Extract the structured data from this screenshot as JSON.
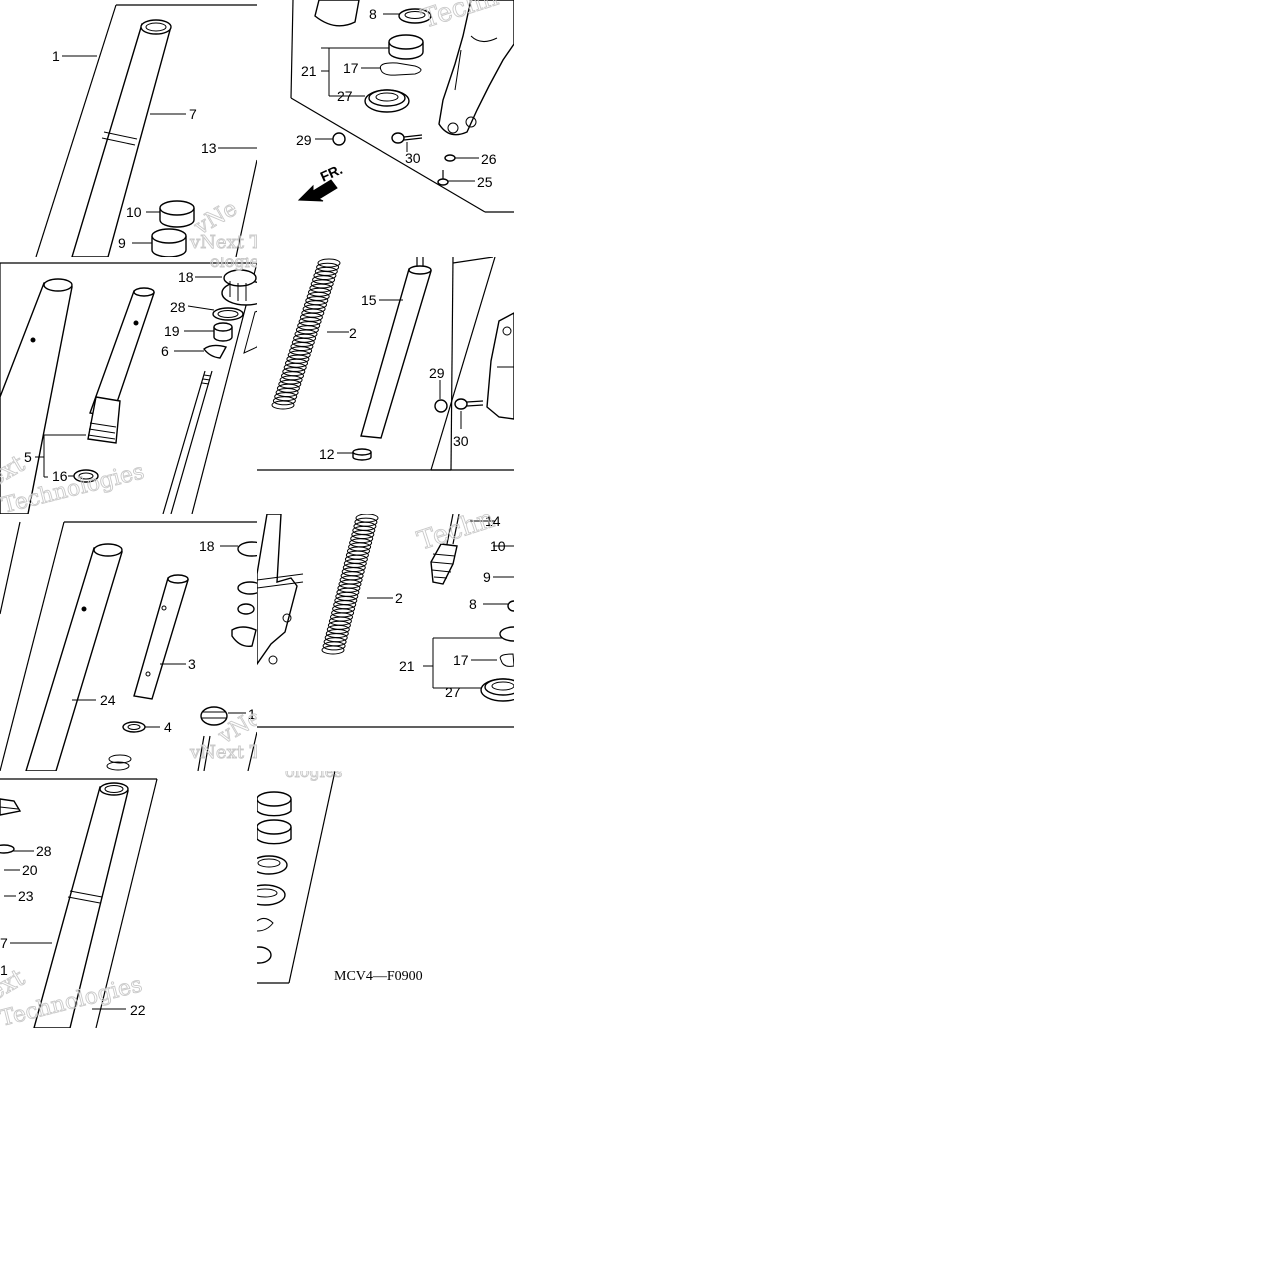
{
  "diagram": {
    "code": "MCV4—F0900",
    "fr_label": "FR.",
    "watermark": {
      "line1": "vNext",
      "line2": "Technologies",
      "frag_tech": "Techn",
      "frag_ext": "ext",
      "frag_chno": "chnologie",
      "frag_vne": "vNe",
      "frag_xt_tec": "vNext Tec",
      "frag_olog": "ologies"
    },
    "tile_a": {
      "c1": "1",
      "c7": "7",
      "c13": "13",
      "c10": "10",
      "c9": "9"
    },
    "tile_b": {
      "c8": "8",
      "c21": "21",
      "c17": "17",
      "c27": "27",
      "c29": "29",
      "c30": "30",
      "c26": "26",
      "c25": "25"
    },
    "tile_c": {
      "c18": "18",
      "c28": "28",
      "c19": "19",
      "c6": "6",
      "c5": "5",
      "c16": "16"
    },
    "tile_d": {
      "c2": "2",
      "c15": "15",
      "c12": "12",
      "c29": "29",
      "c30": "30"
    },
    "tile_e": {
      "c18": "18",
      "c3": "3",
      "c24": "24",
      "c4": "4",
      "c1": "1"
    },
    "tile_f": {
      "c2": "2",
      "c14": "14",
      "c10": "10",
      "c9": "9",
      "c8": "8",
      "c21": "21",
      "c17": "17",
      "c27": "27"
    },
    "tile_g": {
      "c28": "28",
      "c20": "20",
      "c23": "23",
      "c7": "7",
      "c1": "1",
      "c22": "22"
    }
  }
}
